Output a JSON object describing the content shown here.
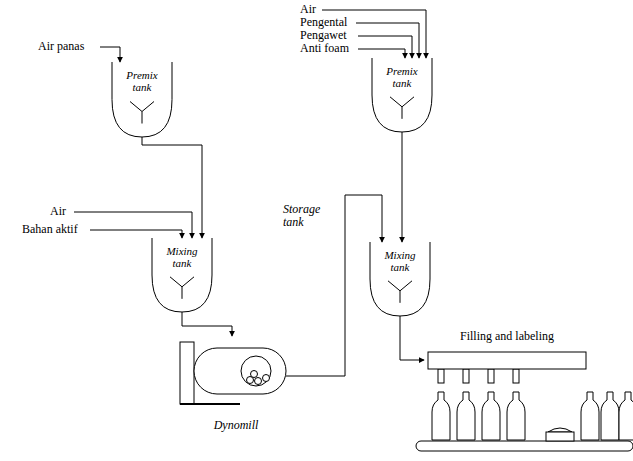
{
  "diagram": {
    "nodes": [
      {
        "text": [
          "Premix tank"
        ]
      },
      {
        "text": [
          "Mixing tank"
        ]
      },
      {
        "text": [
          "Dynomill"
        ]
      },
      {
        "text": [
          "Premix tank"
        ]
      },
      {
        "text": [
          "Mixing tank"
        ]
      },
      {
        "text": [
          "Filling and labeling"
        ]
      }
    ],
    "edges": [
      {
        "from": 0,
        "to": 1,
        "arrow": "to"
      },
      {
        "from": 1,
        "to": 2,
        "arrow": "to"
      },
      {
        "from": 2,
        "to": 4,
        "arrow": "to"
      },
      {
        "from": 3,
        "to": 4,
        "arrow": "to"
      },
      {
        "from": 4,
        "to": 5,
        "arrow": "to"
      }
    ],
    "labels": [
      "Air panas",
      "Air",
      "Bahan aktif",
      "Air",
      "Pengental",
      "Pengawet",
      "Anti foam",
      "Storage tank"
    ]
  }
}
